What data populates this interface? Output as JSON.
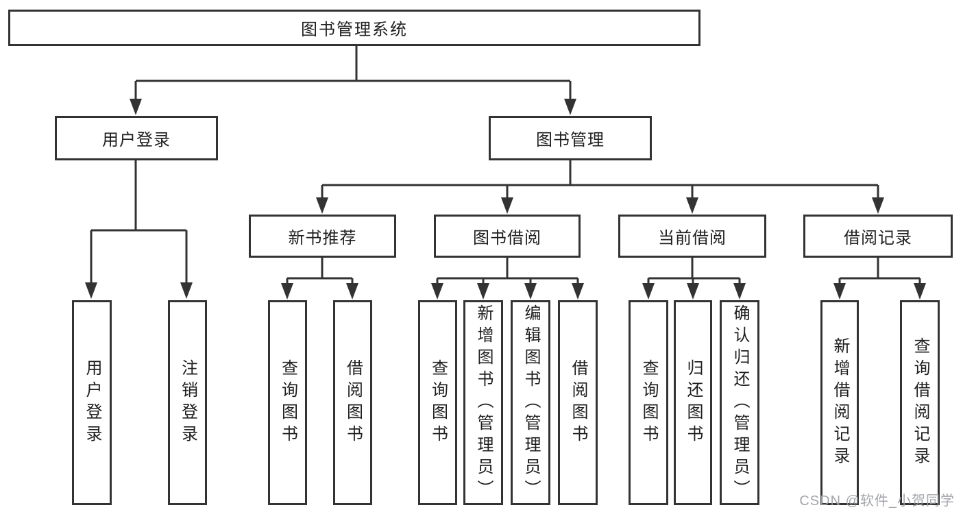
{
  "diagram_title": "图书管理系统",
  "watermark": "CSDN @软件_小贺同学",
  "colors": {
    "line": "#333333",
    "box_border": "#333333",
    "text": "#1f1f1f",
    "watermark": "#9ea0a5",
    "background": "#ffffff"
  },
  "tree": {
    "root": {
      "label": "图书管理系统",
      "children": [
        {
          "label": "用户登录",
          "children": [
            {
              "label": "用户登录"
            },
            {
              "label": "注销登录"
            }
          ]
        },
        {
          "label": "图书管理",
          "children": [
            {
              "label": "新书推荐",
              "children": [
                {
                  "label": "查询图书"
                },
                {
                  "label": "借阅图书"
                }
              ]
            },
            {
              "label": "图书借阅",
              "children": [
                {
                  "label": "查询图书"
                },
                {
                  "label": "新增图书（管理员）"
                },
                {
                  "label": "编辑图书（管理员）"
                },
                {
                  "label": "借阅图书"
                }
              ]
            },
            {
              "label": "当前借阅",
              "children": [
                {
                  "label": "查询图书"
                },
                {
                  "label": "归还图书"
                },
                {
                  "label": "确认归还（管理员）"
                }
              ]
            },
            {
              "label": "借阅记录",
              "children": [
                {
                  "label": "新增借阅记录"
                },
                {
                  "label": "查询借阅记录"
                }
              ]
            }
          ]
        }
      ]
    }
  }
}
